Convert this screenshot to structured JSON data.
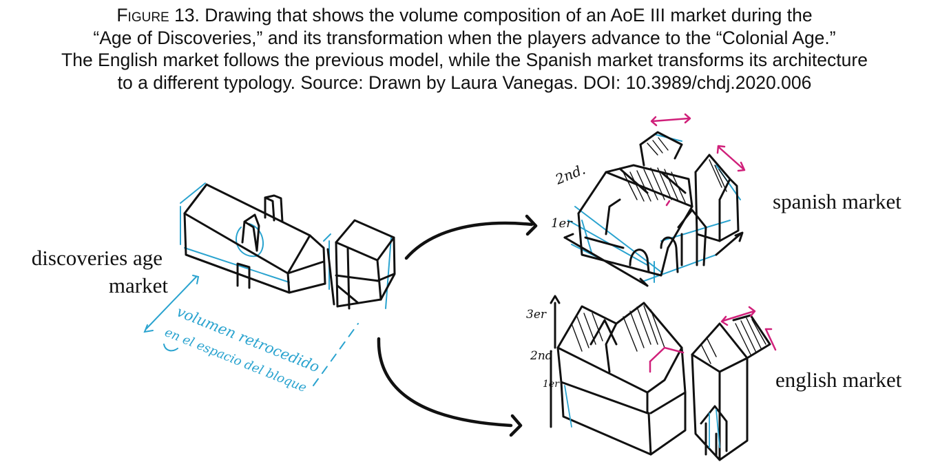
{
  "caption": {
    "figure_label": "Figure 13.",
    "line1": "Drawing that shows the volume composition of an AoE III market during the",
    "line2": "“Age of Discoveries,” and its transformation when the players advance to the “Colonial Age.”",
    "line3": "The English market follows the previous model, while the Spanish market transforms its architecture",
    "line4": "to a different typology. Source: Drawn by Laura Vanegas. DOI: 10.3989/chdj.2020.006"
  },
  "labels": {
    "discoveries_line1": "discoveries age",
    "discoveries_line2": "market",
    "spanish": "spanish market",
    "english": "english market"
  },
  "annotations": {
    "blue_line1": "volumen retrocedido",
    "blue_line2": "en el espacio del bloque",
    "spanish_floor2": "2nd.",
    "spanish_floor1": "1er",
    "english_floor3": "3er",
    "english_floor2": "2nd",
    "english_floor1": "1er"
  },
  "colors": {
    "ink": "#111111",
    "blue_pencil": "#2aa3cf",
    "magenta": "#d0207a"
  }
}
